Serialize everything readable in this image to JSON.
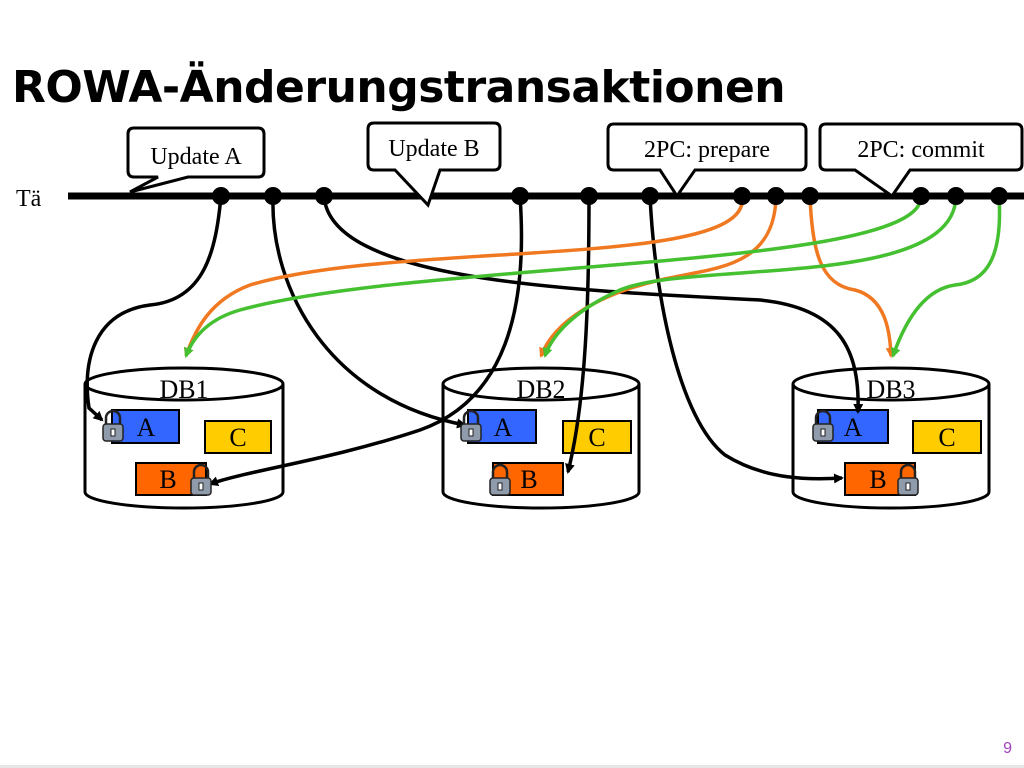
{
  "slide": {
    "title": "ROWA-Änderungstransaktionen",
    "page_number": "9"
  },
  "timeline": {
    "label": "Tä"
  },
  "callouts": {
    "update_a": "Update A",
    "update_b": "Update B",
    "prepare": "2PC: prepare",
    "commit": "2PC: commit"
  },
  "databases": [
    {
      "name": "DB1",
      "item_a": "A",
      "item_b": "B",
      "item_c": "C"
    },
    {
      "name": "DB2",
      "item_a": "A",
      "item_b": "B",
      "item_c": "C"
    },
    {
      "name": "DB3",
      "item_a": "A",
      "item_b": "B",
      "item_c": "C"
    }
  ],
  "colors": {
    "item_a": "#3366ff",
    "item_b": "#ff6600",
    "item_c": "#ffcc00",
    "prepare_arrow": "#f07820",
    "commit_arrow": "#44c030",
    "lock": "#8f9aaa"
  }
}
